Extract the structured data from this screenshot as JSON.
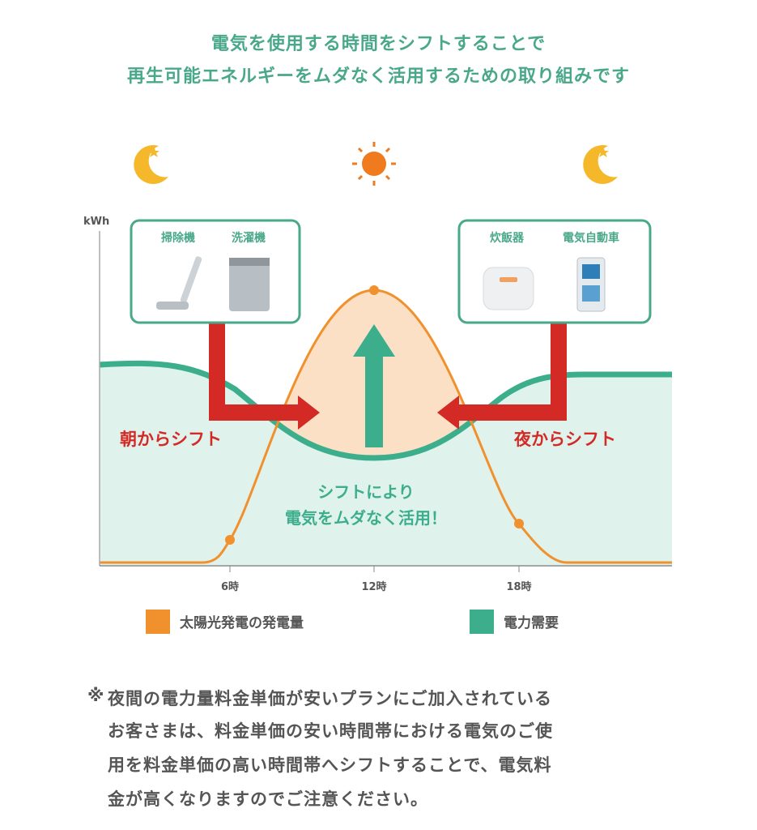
{
  "title": {
    "line1": "電気を使用する時間をシフトすることで",
    "line2": "再生可能エネルギーをムダなく活用するための取り組みです"
  },
  "diagram": {
    "y_axis_label": "kWh",
    "x_ticks": [
      "6時",
      "12時",
      "18時"
    ],
    "left_box": {
      "items": [
        "掃除機",
        "洗濯機"
      ]
    },
    "right_box": {
      "items": [
        "炊飯器",
        "電気自動車"
      ]
    },
    "left_shift_label": "朝からシフト",
    "right_shift_label": "夜からシフト",
    "center_label_line1": "シフトにより",
    "center_label_line2": "電気をムダなく活用！",
    "legend": [
      {
        "label": "太陽光発電の発電量",
        "color": "#f0912e"
      },
      {
        "label": "電力需要",
        "color": "#3dae8c"
      }
    ],
    "icons": [
      "moon-icon",
      "sun-icon",
      "moon-icon"
    ]
  },
  "note": {
    "mark": "※",
    "lines": [
      "夜間の電力量料金単価が安いプランにご加入されている",
      "お客さまは、料金単価の安い時間帯における電気のご使",
      "用を料金単価の高い時間帯へシフトすることで、電気料",
      "金が高くなりますのでご注意ください。"
    ]
  },
  "colors": {
    "teal": "#4aa88a",
    "orange": "#f0912e",
    "red": "#d42a26"
  }
}
